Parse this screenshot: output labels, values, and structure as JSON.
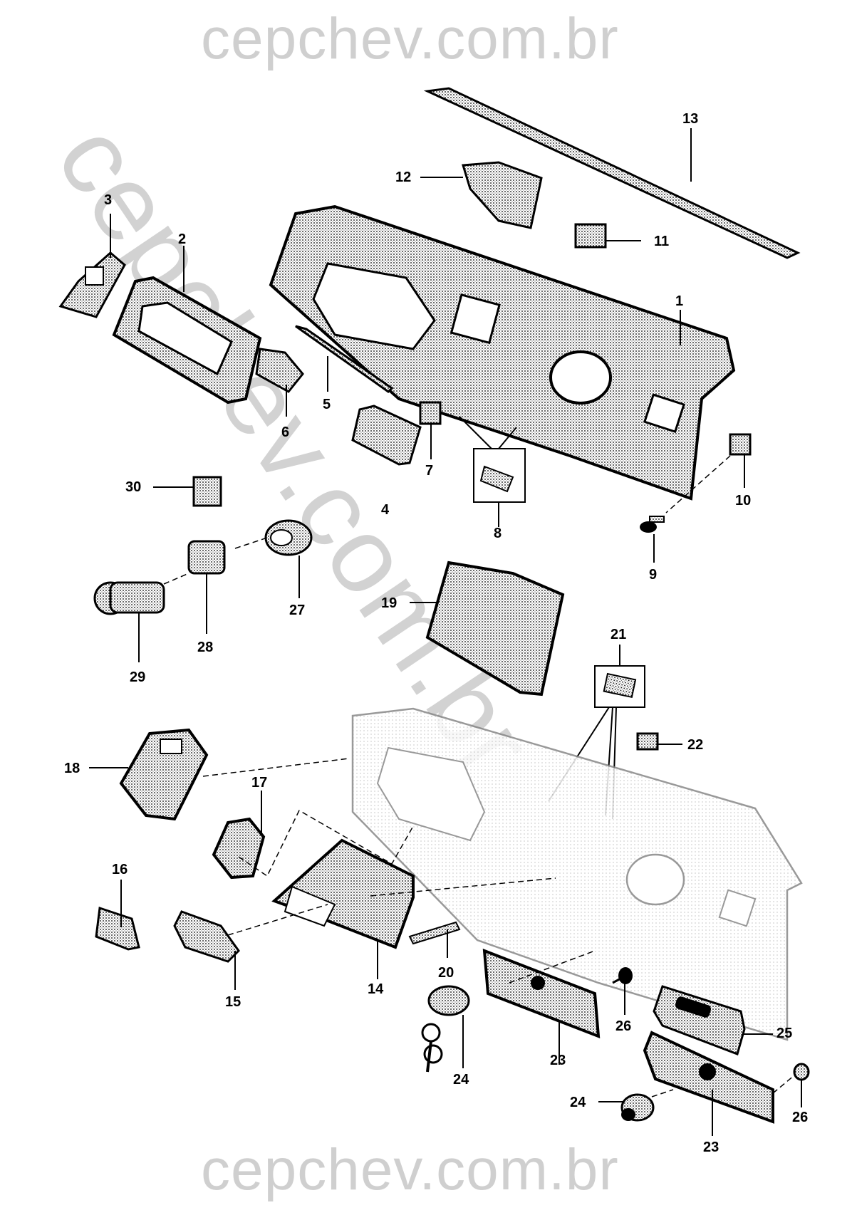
{
  "watermark": {
    "top": "cepchev.com.br",
    "bottom": "cepchev.com.br",
    "diagonal": "cepchev.com.br"
  },
  "colors": {
    "ink": "#000000",
    "watermark": "#cfcfcf",
    "part_fill": "#bdbdbd",
    "ghost_fill": "#e6e6e6"
  },
  "callouts": [
    {
      "id": "1",
      "label": "1"
    },
    {
      "id": "2",
      "label": "2"
    },
    {
      "id": "3",
      "label": "3"
    },
    {
      "id": "4",
      "label": "4"
    },
    {
      "id": "5",
      "label": "5"
    },
    {
      "id": "6",
      "label": "6"
    },
    {
      "id": "7",
      "label": "7"
    },
    {
      "id": "8",
      "label": "8"
    },
    {
      "id": "9",
      "label": "9"
    },
    {
      "id": "10",
      "label": "10"
    },
    {
      "id": "11",
      "label": "11"
    },
    {
      "id": "12",
      "label": "12"
    },
    {
      "id": "13",
      "label": "13"
    },
    {
      "id": "14",
      "label": "14"
    },
    {
      "id": "15",
      "label": "15"
    },
    {
      "id": "16",
      "label": "16"
    },
    {
      "id": "17",
      "label": "17"
    },
    {
      "id": "18",
      "label": "18"
    },
    {
      "id": "19",
      "label": "19"
    },
    {
      "id": "20",
      "label": "20"
    },
    {
      "id": "21",
      "label": "21"
    },
    {
      "id": "22",
      "label": "22"
    },
    {
      "id": "23a",
      "label": "23"
    },
    {
      "id": "23b",
      "label": "23"
    },
    {
      "id": "24a",
      "label": "24"
    },
    {
      "id": "24b",
      "label": "24"
    },
    {
      "id": "25",
      "label": "25"
    },
    {
      "id": "26a",
      "label": "26"
    },
    {
      "id": "26b",
      "label": "26"
    },
    {
      "id": "27",
      "label": "27"
    },
    {
      "id": "28",
      "label": "28"
    },
    {
      "id": "29",
      "label": "29"
    },
    {
      "id": "30",
      "label": "30"
    }
  ]
}
